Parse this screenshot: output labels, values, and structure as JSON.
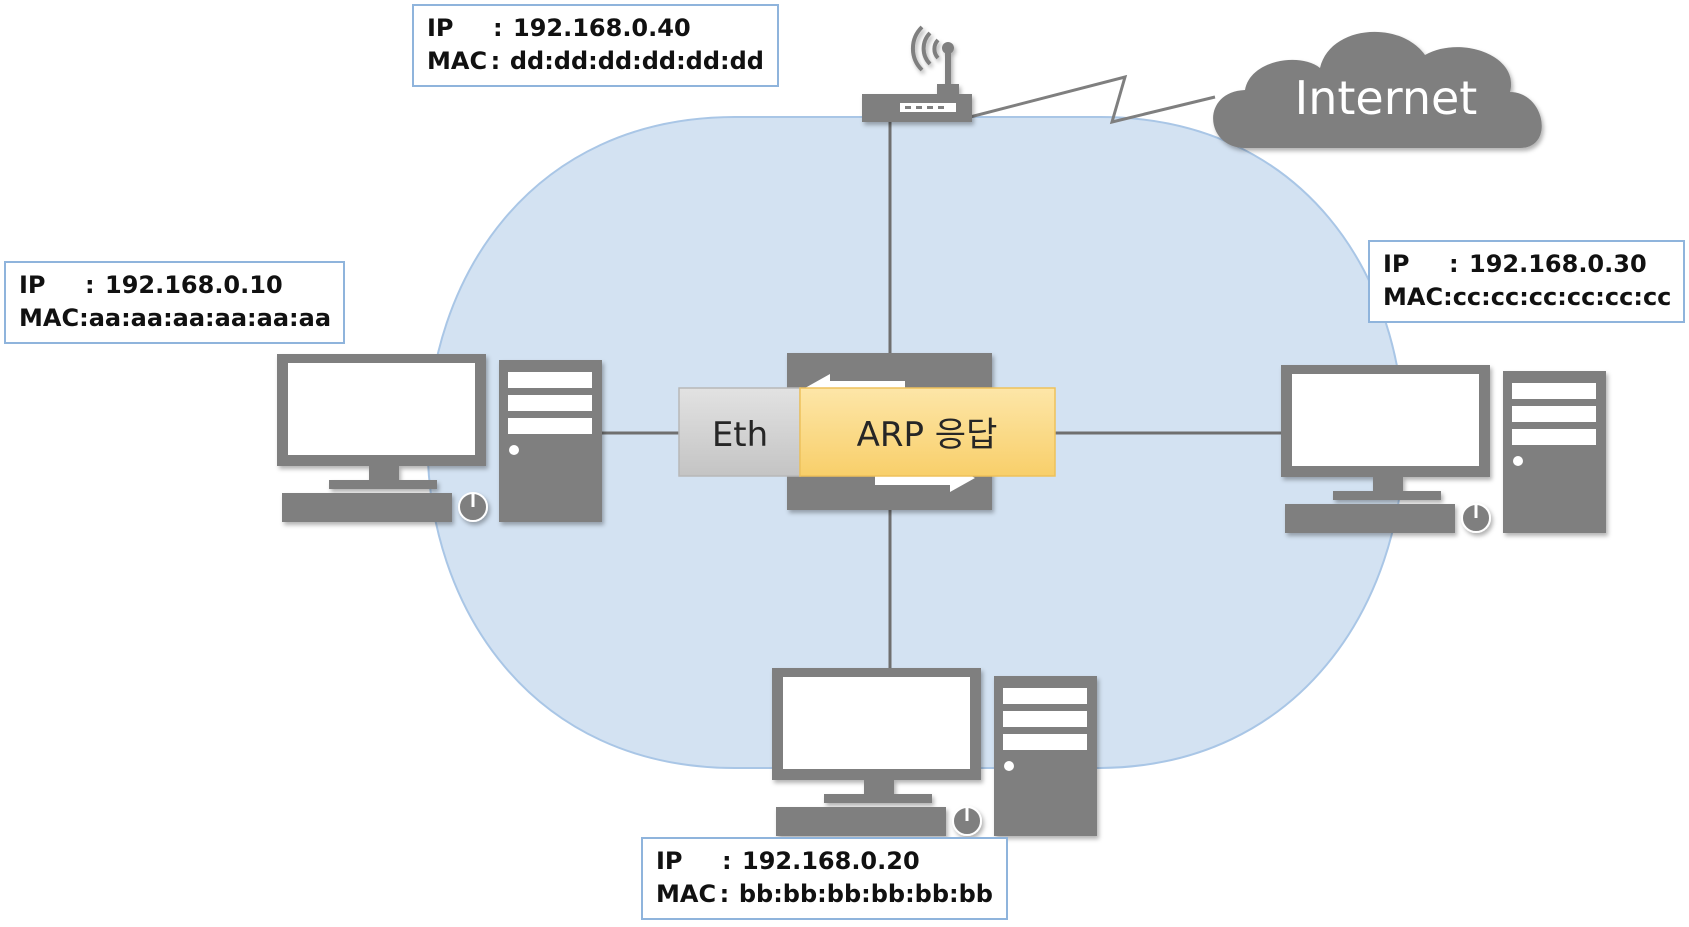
{
  "cloud": {
    "label": "Internet"
  },
  "frame": {
    "eth_label": "Eth",
    "payload_label": "ARP 응답"
  },
  "hosts": {
    "router": {
      "ip_key": "IP",
      "mac_key": "MAC",
      "sep": ":",
      "ip": "192.168.0.40",
      "mac": "dd:dd:dd:dd:dd:dd"
    },
    "host_a": {
      "ip_key": "IP",
      "mac_key": "MAC",
      "sep": ":",
      "ip": "192.168.0.10",
      "mac": "aa:aa:aa:aa:aa:aa"
    },
    "host_b": {
      "ip_key": "IP",
      "mac_key": "MAC",
      "sep": ":",
      "ip": "192.168.0.20",
      "mac": "bb:bb:bb:bb:bb:bb"
    },
    "host_c": {
      "ip_key": "IP",
      "mac_key": "MAC",
      "sep": ":",
      "ip": "192.168.0.30",
      "mac": "cc:cc:cc:cc:cc:cc"
    }
  },
  "colors": {
    "lan": "#d3e2f2",
    "lan_border": "#a9c6e6",
    "device": "#7f7f7f",
    "device_dark": "#6b6b6b",
    "eth": "#d2d2d2",
    "payload": "#fbdb8a",
    "info_border": "#8fb4dc"
  }
}
